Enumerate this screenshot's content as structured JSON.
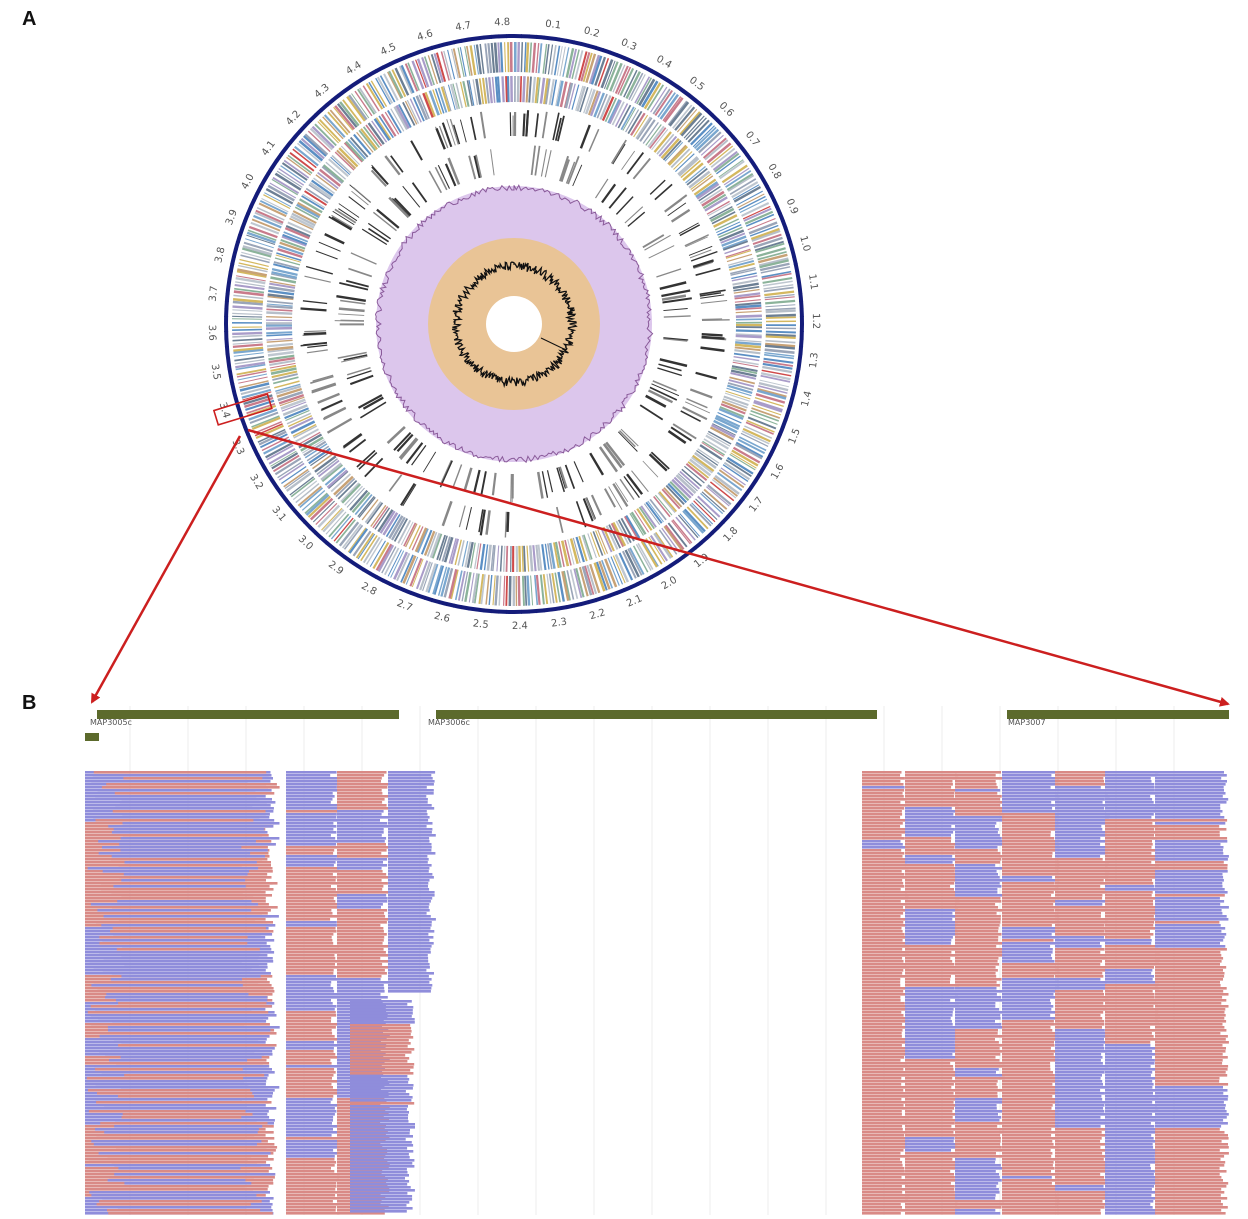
{
  "panels": {
    "a": {
      "letter": "A"
    },
    "b": {
      "letter": "B"
    }
  },
  "genome_map": {
    "ticks": [
      "0.1",
      "0.2",
      "0.3",
      "0.4",
      "0.5",
      "0.6",
      "0.7",
      "0.8",
      "0.9",
      "1.0",
      "1.1",
      "1.2",
      "1.3",
      "1.4",
      "1.5",
      "1.6",
      "1.7",
      "1.8",
      "1.9",
      "2.0",
      "2.1",
      "2.2",
      "2.3",
      "2.4",
      "2.5",
      "2.6",
      "2.7",
      "2.8",
      "2.9",
      "3.0",
      "3.1",
      "3.2",
      "3.3",
      "3.4",
      "3.5",
      "3.6",
      "3.7",
      "3.8",
      "3.9",
      "4.0",
      "4.1",
      "4.2",
      "4.3",
      "4.4",
      "4.5",
      "4.6",
      "4.7",
      "4.8"
    ],
    "colors": {
      "outer_ring": "#141c7a",
      "gc_skew_fill": "#dcc6ec",
      "gc_content_fill": "#e9c496",
      "highlight": "#cc1f1f",
      "gene_bar": "#5c6a2c",
      "read_blue": "#8f8ddb",
      "read_red": "#d98a86"
    },
    "gene_palette": [
      "#9aa5b8",
      "#b7bfc9",
      "#5b8fc4",
      "#7aa7cf",
      "#c97b8b",
      "#8bb39a",
      "#c8a276",
      "#a99cc9",
      "#d4b860",
      "#6c7f94",
      "#bfc7d0",
      "#cf4a4a"
    ]
  },
  "gene_track": {
    "labels": [
      "MAP3005c",
      "MAP3006c",
      "MAP3007"
    ]
  }
}
